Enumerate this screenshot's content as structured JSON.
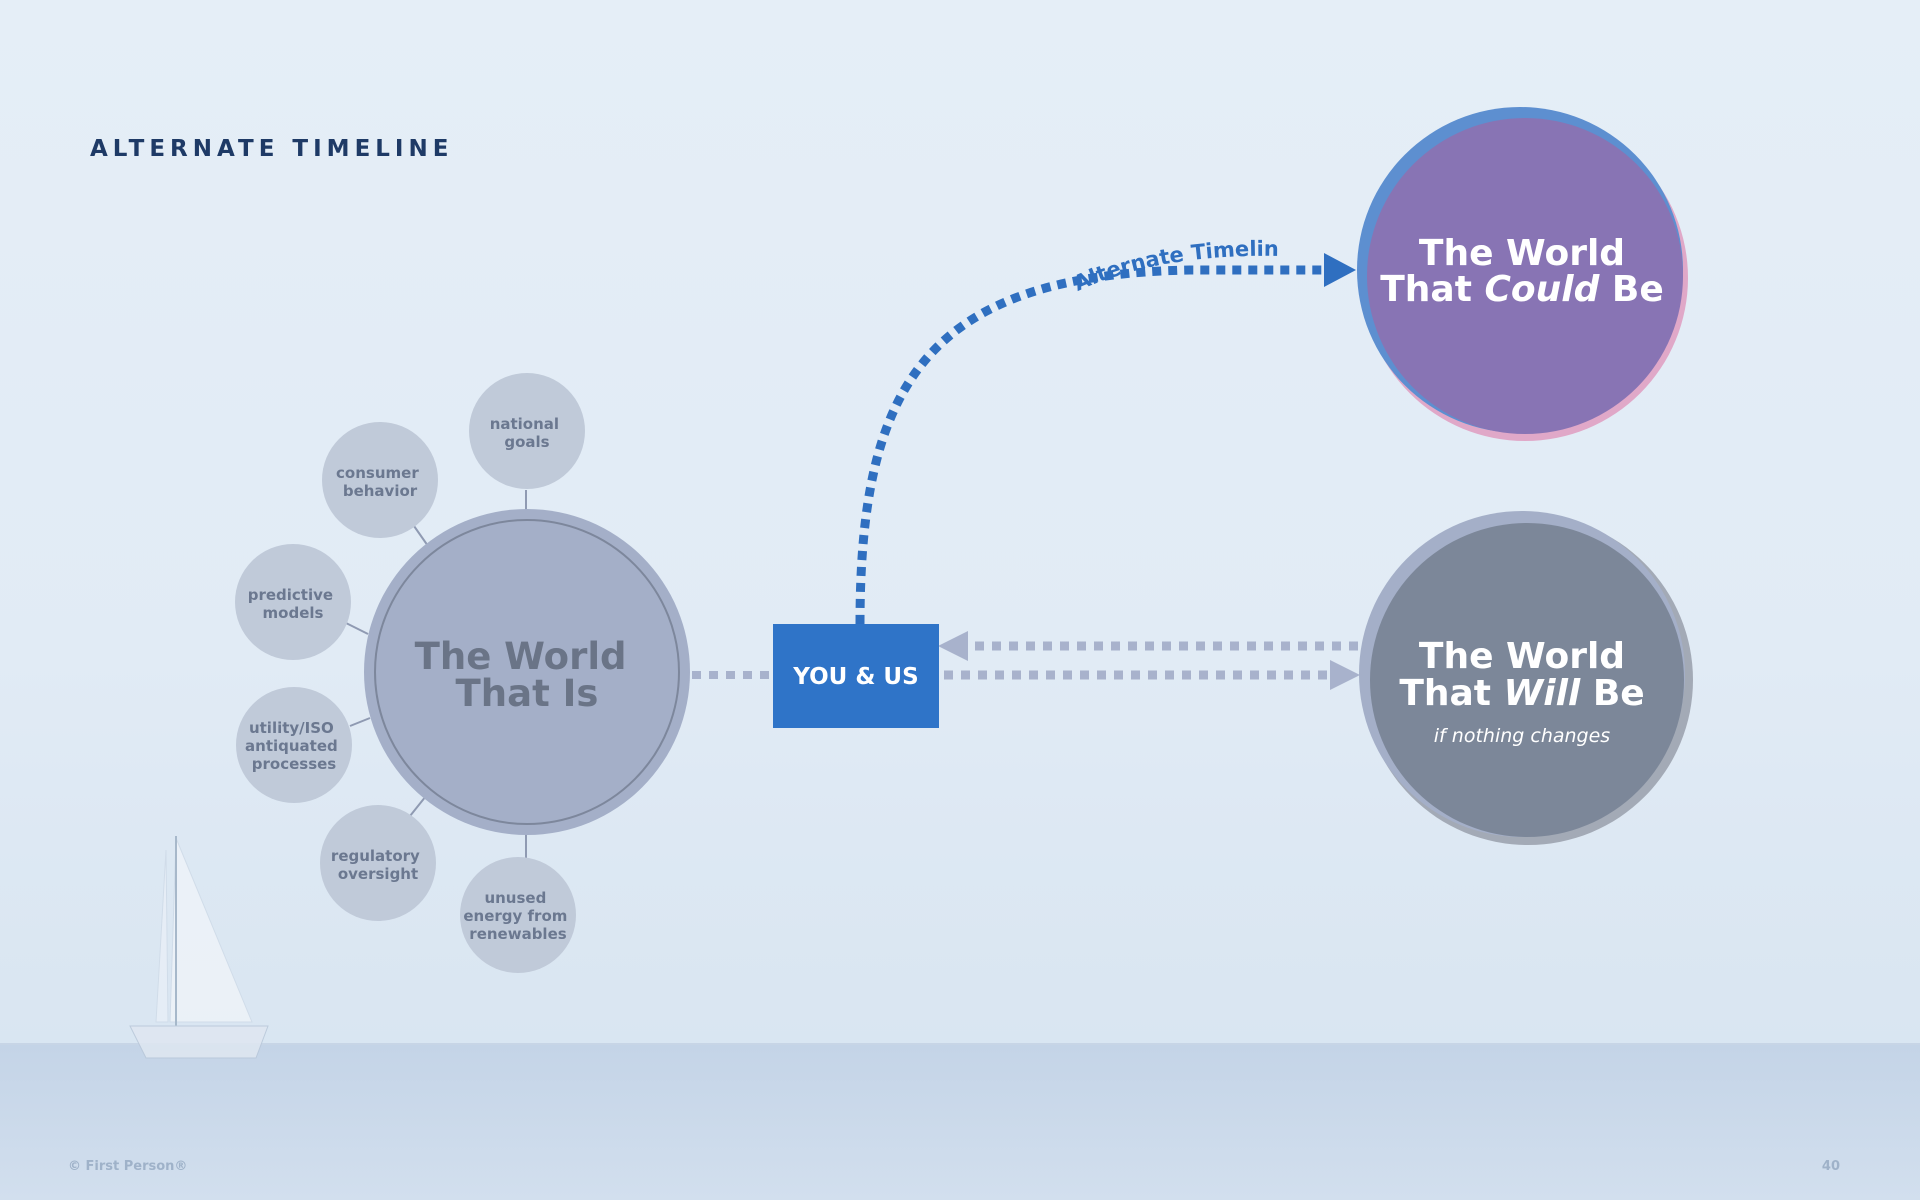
{
  "header": {
    "title": "ALTERNATE TIMELINE"
  },
  "center": {
    "label": "YOU & US"
  },
  "world_is": {
    "line1": "The World",
    "line2": "That Is"
  },
  "factors": [
    {
      "lines": [
        "national",
        "goals"
      ]
    },
    {
      "lines": [
        "consumer",
        "behavior"
      ]
    },
    {
      "lines": [
        "predictive",
        "models"
      ]
    },
    {
      "lines": [
        "utility/ISO",
        "antiquated",
        "processes"
      ]
    },
    {
      "lines": [
        "regulatory",
        "oversight"
      ]
    },
    {
      "lines": [
        "unused",
        "energy from",
        "renewables"
      ]
    }
  ],
  "world_could": {
    "line1": "The World",
    "line2_prefix": "That ",
    "line2_emph": "Could",
    "line2_suffix": " Be"
  },
  "world_will": {
    "line1": "The World",
    "line2_prefix": "That ",
    "line2_emph": "Will",
    "line2_suffix": " Be",
    "caption": "if nothing changes"
  },
  "arrow_label": "Alternate Timeline",
  "footer": {
    "copyright": "© First Person®",
    "page_number": "40"
  },
  "colors": {
    "title": "#1e3a66",
    "you_us_box": "#2f74c8",
    "world_is_circle": "#a4afc8",
    "factor_bubble": "#c0cad9",
    "could_be_circle": "#8874b4",
    "will_be_circle": "#7c8799",
    "alternate_arrow": "#2f6fc0",
    "status_quo_arrow": "#a8b2cc"
  }
}
